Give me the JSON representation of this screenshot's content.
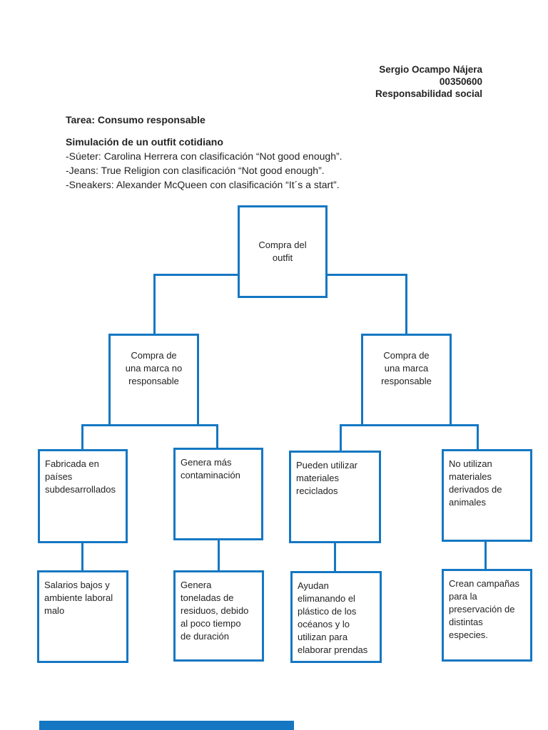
{
  "colors": {
    "accent_blue": "#1577c2",
    "text": "#232323",
    "page_bg": "#ffffff"
  },
  "header": {
    "author": "Sergio Ocampo Nájera",
    "student_id": "00350600",
    "course": "Responsabilidad social"
  },
  "intro": {
    "task_title": "Tarea: Consumo responsable",
    "outfit_title": "Simulación de un outfit cotidiano",
    "outfit_items": [
      "-Súeter: Carolina Herrera con clasificación “Not good enough”.",
      "-Jeans: True Religion con clasificación “Not good enough”.",
      "-Sneakers: Alexander McQueen con clasificación “It´s a start”."
    ]
  },
  "diagram": {
    "nodes": {
      "root": "Compra del\noutfit",
      "branch_not_responsible": "Compra de\nuna marca no\nresponsable",
      "branch_responsible": "Compra de\nuna marca\nresponsable",
      "nr_cause_1": "Fabricada en\npaíses\nsubdesarrollados",
      "nr_cause_2": "Genera más\ncontaminación",
      "r_benefit_1": "Pueden utilizar\nmateriales\nreciclados",
      "r_benefit_2": "No utilizan\nmateriales\nderivados de\nanimales",
      "nr_effect_1": "Salarios bajos y\nambiente laboral\nmalo",
      "nr_effect_2": "Genera\ntoneladas de\nresiduos, debido\nal poco tiempo\nde duración",
      "r_effect_1": "Ayudan\nelimanando el\nplástico de los\nocéanos y lo\nutilizan para\nelaborar prendas",
      "r_effect_2": "Crean campañas\npara la\npreservación de\ndistintas\nespecies."
    }
  }
}
